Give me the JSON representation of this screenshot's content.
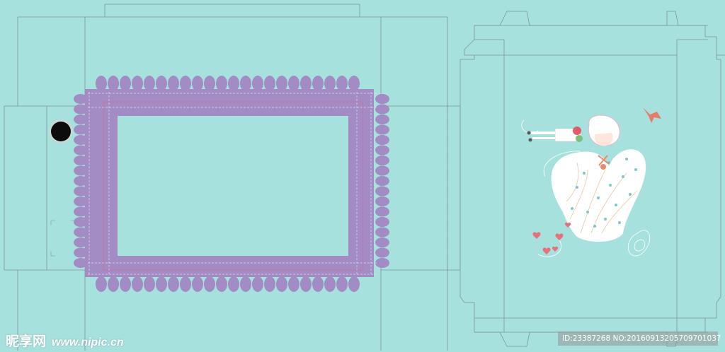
{
  "colors": {
    "background": "#a6e1de",
    "die_line": "#7f9796",
    "scallop_frame": "#a38bc4",
    "window": "#a6e1de",
    "heart": "#ffffff",
    "bird": "#e67a6b"
  },
  "watermark": {
    "brand": "昵享网",
    "url": "www.nipic.cn",
    "id_text": "ID:23387268 NO:20160913205709701037"
  },
  "icons": [
    "hanging-hole-icon",
    "girl-illustration",
    "heart-illustration",
    "bird-icon"
  ]
}
